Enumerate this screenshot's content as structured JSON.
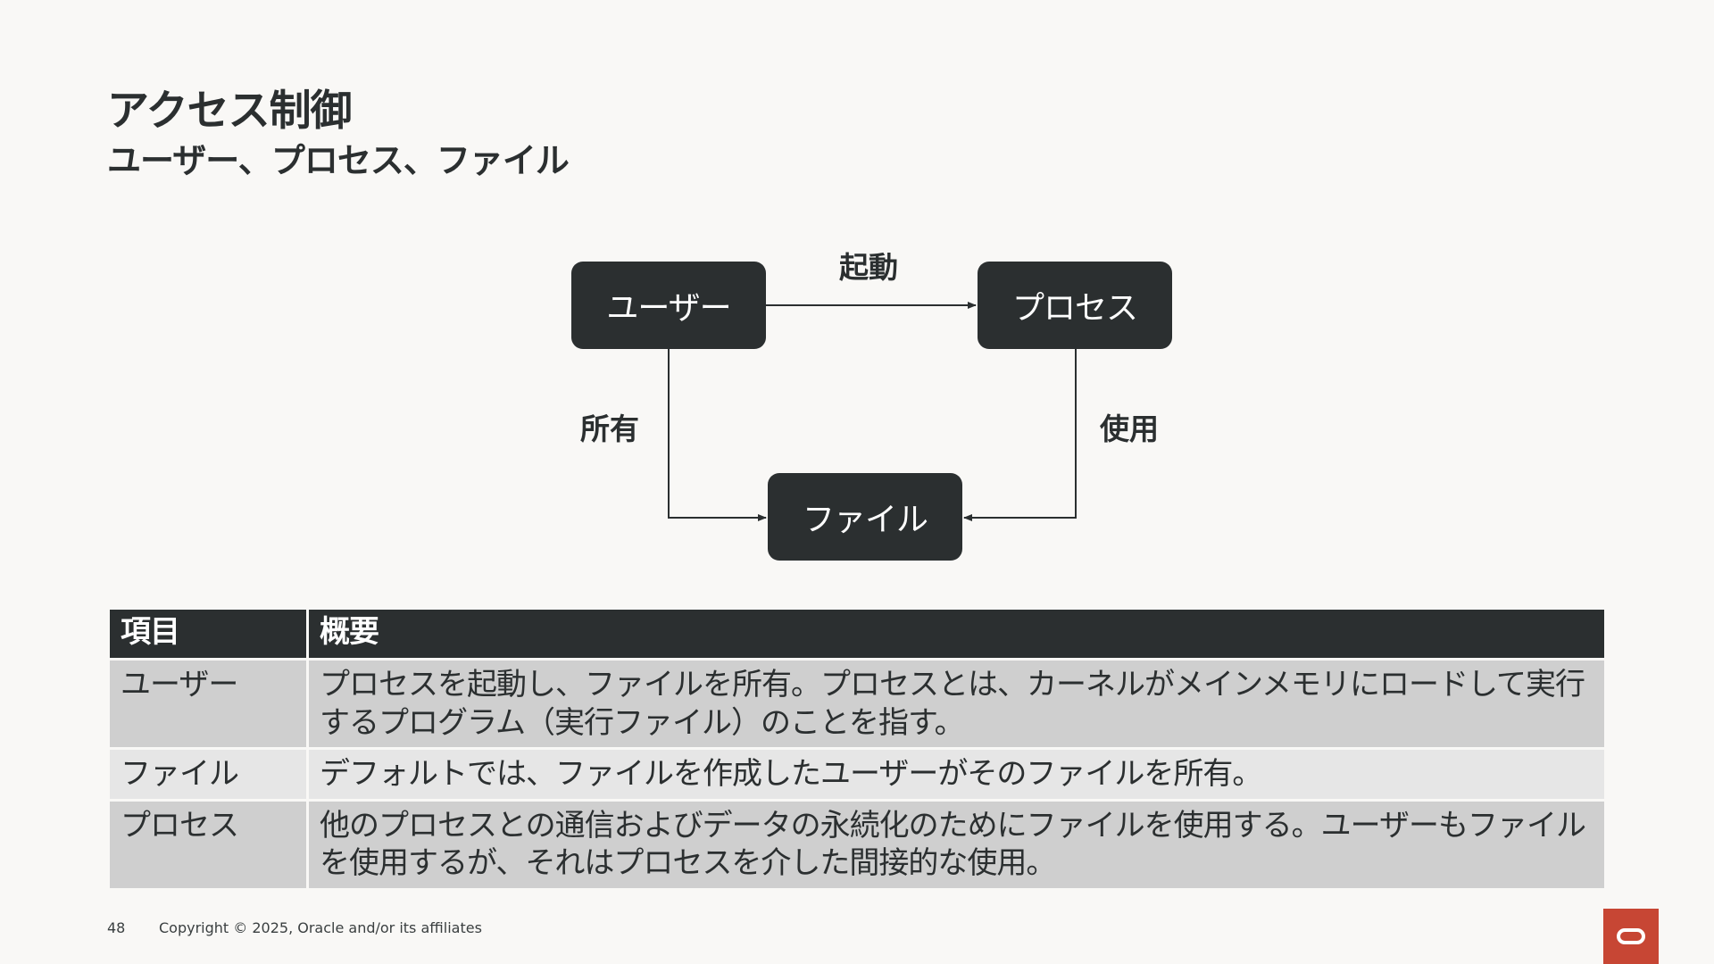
{
  "title": "アクセス制御",
  "subtitle": "ユーザー、プロセス、ファイル",
  "diagram": {
    "nodes": {
      "user": "ユーザー",
      "process": "プロセス",
      "file": "ファイル"
    },
    "edges": {
      "start": "起動",
      "own": "所有",
      "use": "使用"
    }
  },
  "table": {
    "headers": [
      "項目",
      "概要"
    ],
    "rows": [
      {
        "item": "ユーザー",
        "summary": "プロセスを起動し、ファイルを所有。プロセスとは、カーネルがメインメモリにロードして実行するプログラム（実行ファイル）のことを指す。"
      },
      {
        "item": "ファイル",
        "summary": "デフォルトでは、ファイルを作成したユーザーがそのファイルを所有。"
      },
      {
        "item": "プロセス",
        "summary": "他のプロセスとの通信およびデータの永続化のためにファイルを使用する。ユーザーもファイルを使用するが、それはプロセスを介した間接的な使用。"
      }
    ]
  },
  "footer": {
    "page_number": "48",
    "copyright": "Copyright © 2025, Oracle and/or its affiliates"
  },
  "colors": {
    "background": "#f9f8f6",
    "dark": "#2b2f30",
    "row_dark": "#cfcfcf",
    "row_light": "#e6e6e6",
    "brand": "#c74634"
  },
  "icons": {
    "logo": "oracle-logo-icon"
  }
}
